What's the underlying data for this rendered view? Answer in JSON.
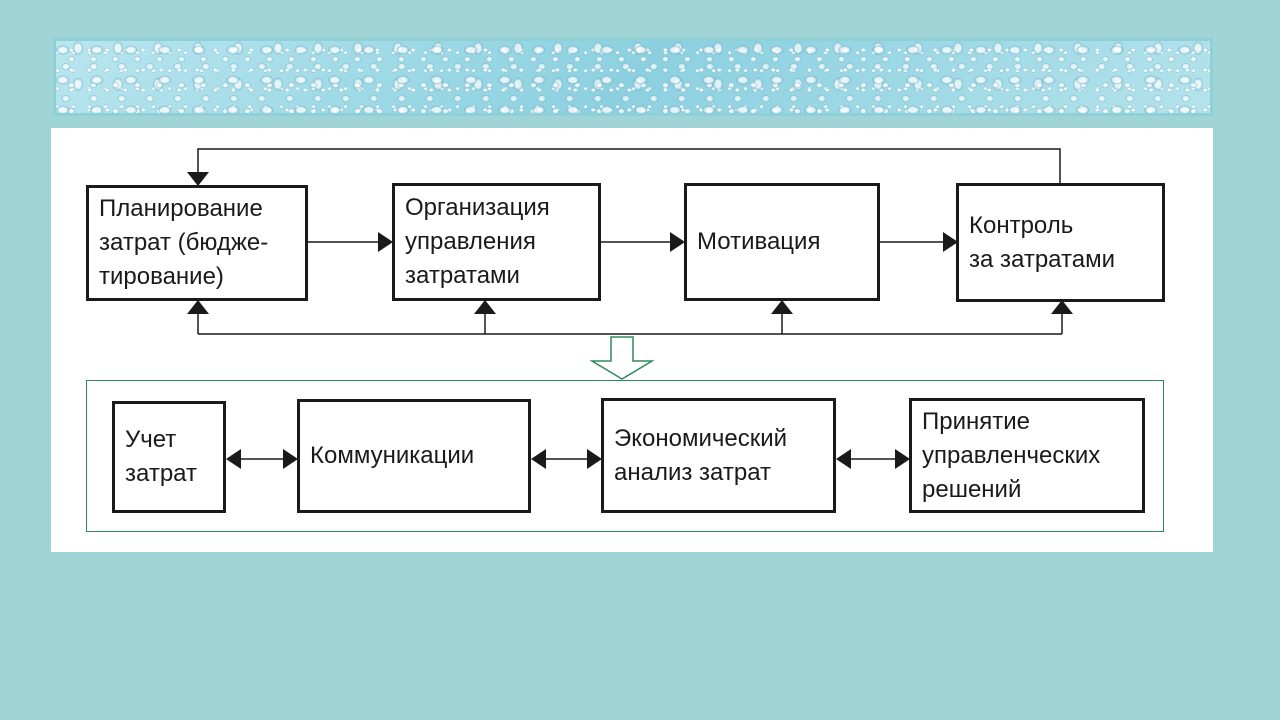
{
  "slide": {
    "background_color": "#a0d4d7",
    "header_decoration": "water-droplets-texture"
  },
  "diagram": {
    "top_row": [
      {
        "id": "planning",
        "label": "Планирование\nзатрат (бюдже-\nтирование)"
      },
      {
        "id": "organization",
        "label": "Организация\nуправления\nзатратами"
      },
      {
        "id": "motivation",
        "label": "Мотивация"
      },
      {
        "id": "control",
        "label": "Контроль\nза затратами"
      }
    ],
    "bottom_row": [
      {
        "id": "accounting",
        "label": "Учет\nзатрат"
      },
      {
        "id": "communications",
        "label": "Коммуникации"
      },
      {
        "id": "economic-analysis",
        "label": "Экономический\nанализ затрат"
      },
      {
        "id": "decisions",
        "label": "Принятие\nуправленческих\nрешений"
      }
    ],
    "colors": {
      "line": "#1a1a1a",
      "frame": "#2e8b57",
      "down_arrow": "#2e8b57"
    }
  }
}
